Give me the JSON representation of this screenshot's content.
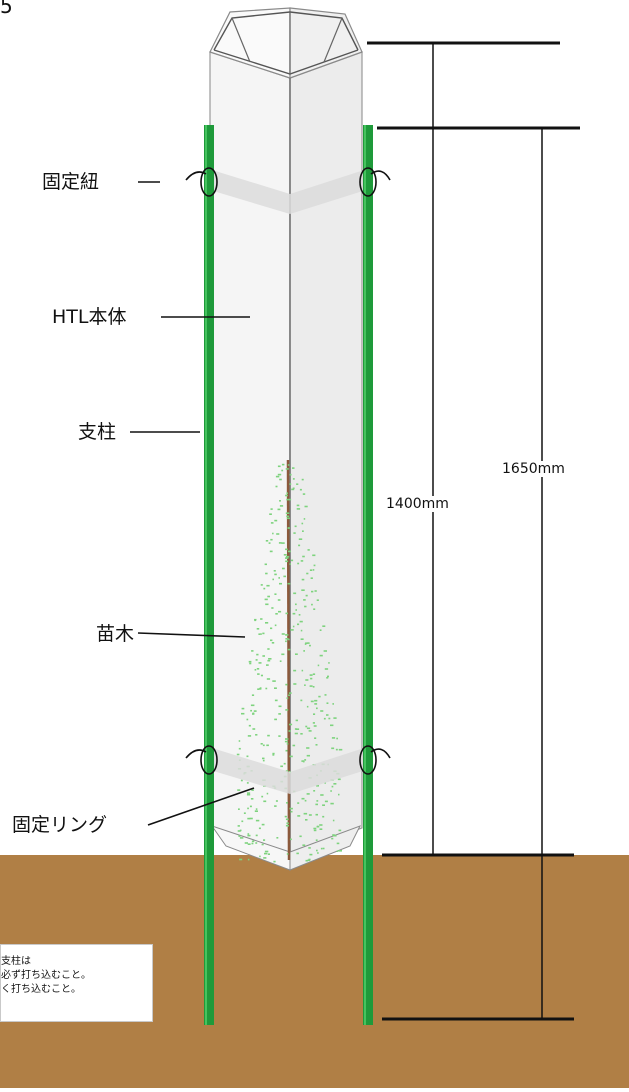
{
  "header": {
    "number_fragment": "5"
  },
  "labels": {
    "string": "固定紐",
    "body": "HTL本体",
    "stake": "支柱",
    "seedling": "苗木",
    "ring": "固定リング"
  },
  "dimensions": {
    "tube_height": "1400mm",
    "total_height": "1650mm"
  },
  "note": {
    "line1": "支柱は",
    "line2": "必ず打ち込むこと。",
    "line3": "く打ち込むこと。"
  },
  "colors": {
    "ground": "#b07f45",
    "stake": "#1e9a3a",
    "tube": "#f3f3f3",
    "seedling_leaves": "#7ed37e",
    "seedling_stem": "#8c5a3c"
  }
}
